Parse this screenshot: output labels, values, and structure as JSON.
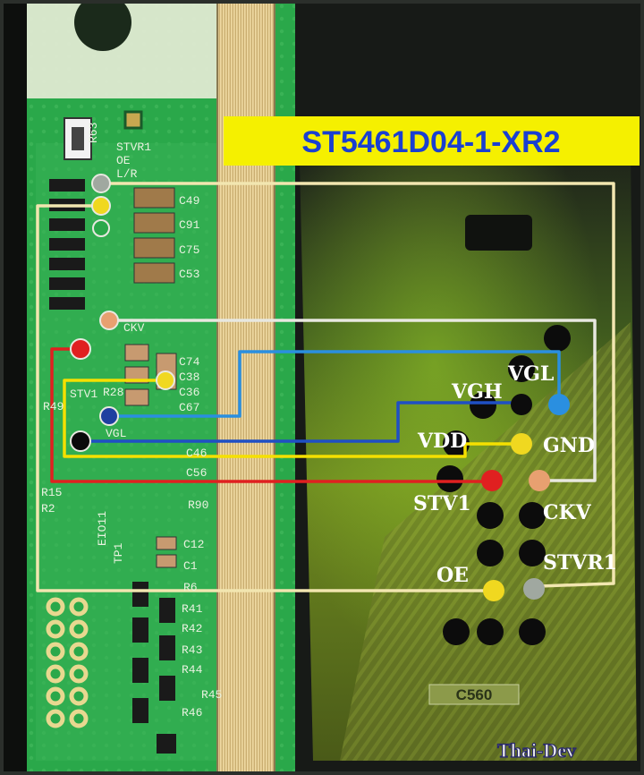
{
  "title": "ST5461D04-1-XR2",
  "watermark": "Thai-Dev",
  "pcb_chip": "C560",
  "signals": {
    "vgl": "VGL",
    "vgh": "VGH",
    "vdd": "VDD",
    "gnd": "GND",
    "stv1": "STV1",
    "ckv": "CKV",
    "oe": "OE",
    "stvr1": "STVR1"
  },
  "board_labels": {
    "r63": "R63",
    "stvr1_oe_lr": "STVR1",
    "oe": "OE",
    "lr": "L/R",
    "ckv": "CKV",
    "vgl": "VGL",
    "stv1": "STV1",
    "r49": "R49",
    "r15": "R15",
    "r2": "R2",
    "c49": "C49",
    "c91": "C91",
    "c75": "C75",
    "c53": "C53",
    "c74": "C74",
    "c38": "C38",
    "c36": "C36",
    "c67": "C67",
    "r28": "R28",
    "r90": "R90",
    "c46": "C46",
    "c56": "C56",
    "c12": "C12",
    "c1": "C1",
    "r6": "R6",
    "r41": "R41",
    "r42": "R42",
    "r43": "R43",
    "r44": "R44",
    "r45": "R45",
    "r46": "R46",
    "tp1": "TP1",
    "eio11": "EIO11"
  },
  "colors": {
    "pcb_green": "#2aa84a",
    "connector_gold": "#d8c08a",
    "title_bg": "#f5f000",
    "title_text": "#1a3fd1",
    "wire_cream": "#f2e6b0",
    "wire_white": "#e8e8e0",
    "wire_blue_dark": "#1f4fc4",
    "wire_blue_light": "#2a8fe0",
    "wire_yellow": "#f5e000",
    "wire_red": "#e02020",
    "pad_yellow": "#f0d820",
    "pad_gray": "#a0a8a0",
    "pad_orange": "#e8a070",
    "pad_red": "#e02020",
    "pad_blue": "#2a8fe0"
  }
}
